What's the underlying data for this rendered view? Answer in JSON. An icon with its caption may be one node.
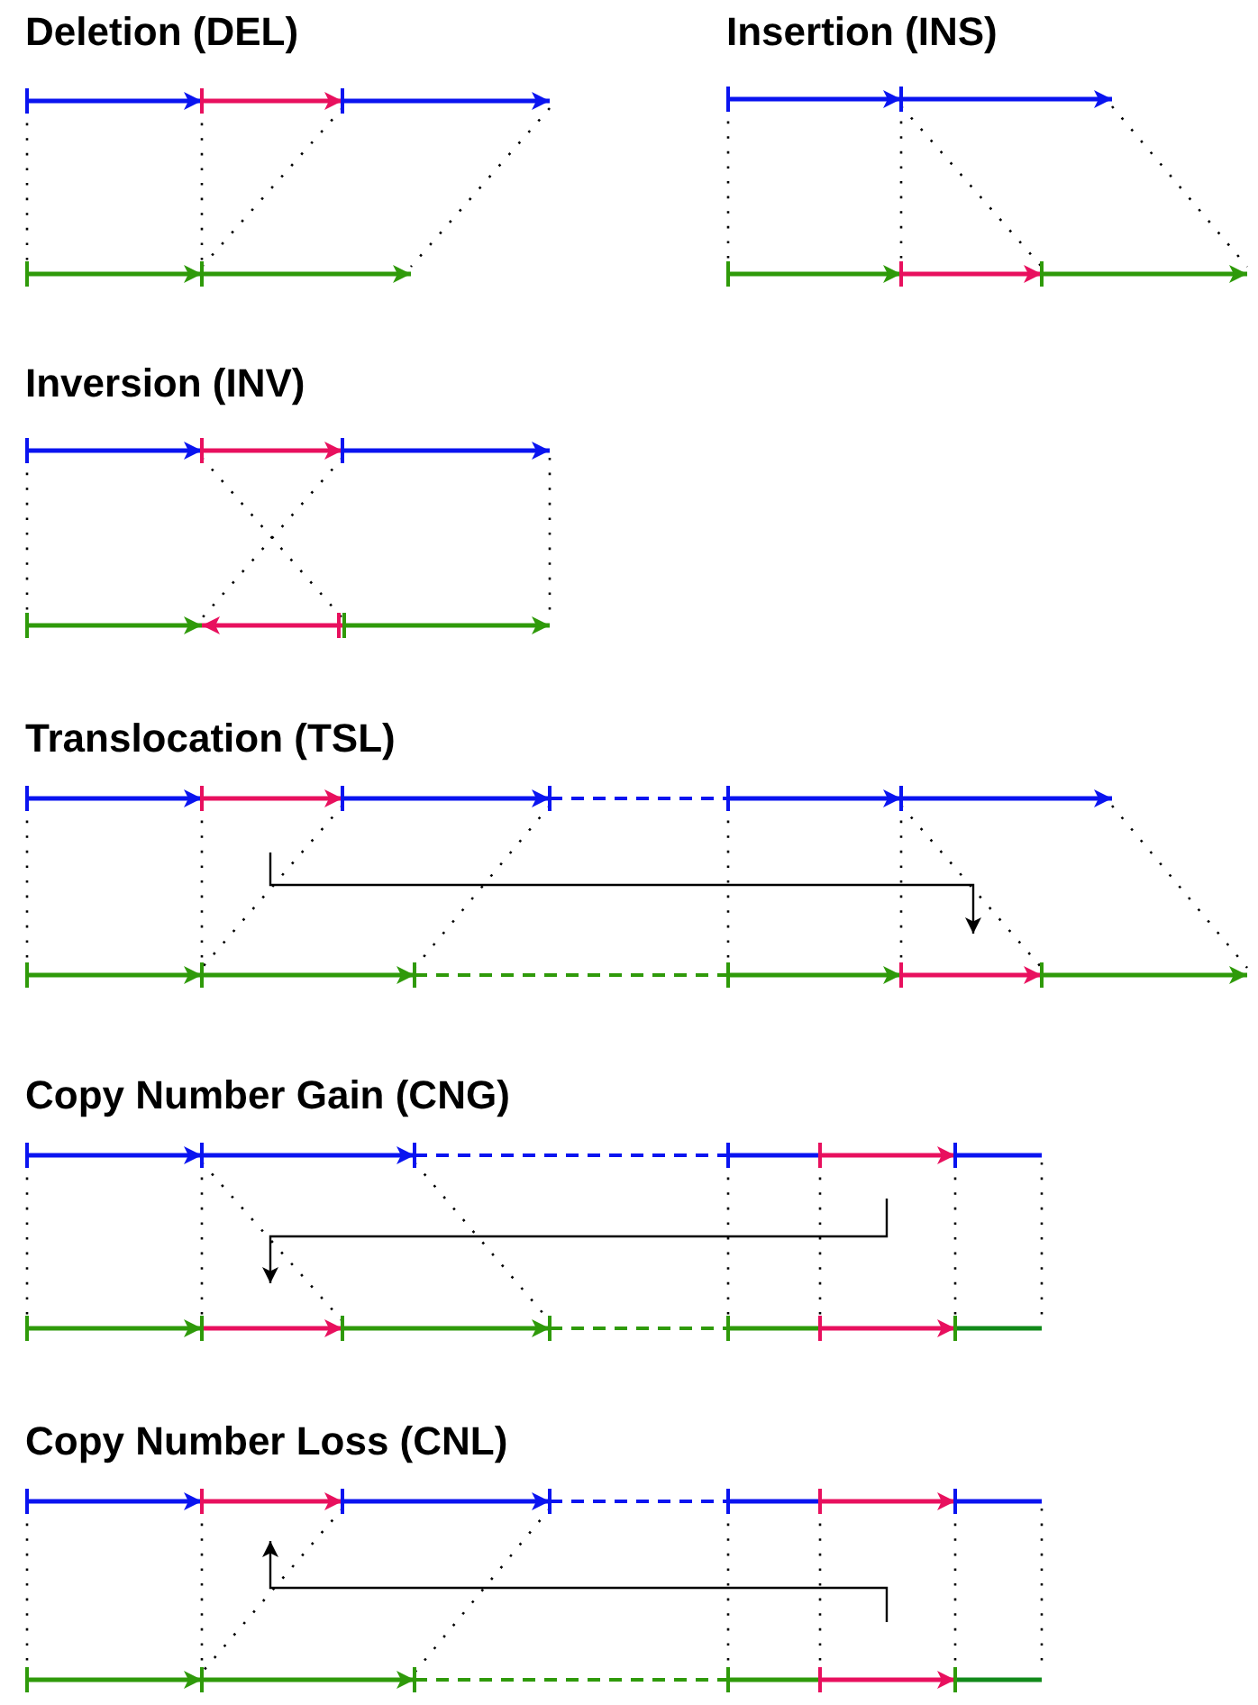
{
  "diagram": {
    "labels": [
      "Deletion (DEL)",
      "Insertion (INS)",
      "Inversion (INV)",
      "Translocation (TSL)",
      "Copy Number Gain (CNG)",
      "Copy Number Loss (CNL)"
    ]
  }
}
